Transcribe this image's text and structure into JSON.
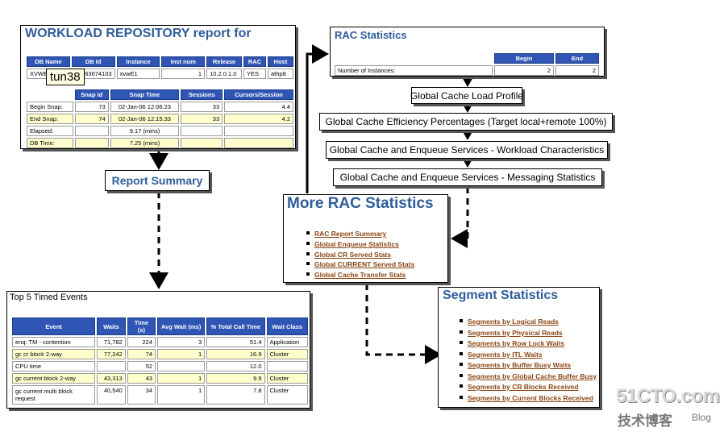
{
  "awr": {
    "title": "WORKLOAD REPOSITORY report for",
    "tooltip": "tun38",
    "db_headers": [
      "DB Name",
      "DB Id",
      "Instance",
      "Inst num",
      "Release",
      "RAC",
      "Host"
    ],
    "db_row": [
      "XVWE",
      "363674103",
      "xvwE1",
      "1",
      "10.2.0.1.0",
      "YES",
      "athp8"
    ],
    "snap_headers": [
      "",
      "Snap Id",
      "Snap Time",
      "Sessions",
      "Cursors/Session"
    ],
    "snap_rows": [
      [
        "Begin Snap:",
        "73",
        "02-Jan-06 12:06:23",
        "33",
        "4.4"
      ],
      [
        "End Snap:",
        "74",
        "02-Jan-06 12:15:33",
        "33",
        "4.2"
      ],
      [
        "Elapsed:",
        "",
        "9.17 (mins)",
        "",
        ""
      ],
      [
        "DB Time:",
        "",
        "7.25 (mins)",
        "",
        ""
      ]
    ]
  },
  "report_summary": "Report Summary",
  "top5": {
    "title": "Top 5 Timed Events",
    "headers": [
      "Event",
      "Waits",
      "Time (s)",
      "Avg Wait (ms)",
      "% Total Call Time",
      "Wait Class"
    ],
    "rows": [
      [
        "enq: TM - contention",
        "71,782",
        "224",
        "3",
        "51.4",
        "Application"
      ],
      [
        "gc cr block 2-way",
        "77,242",
        "74",
        "1",
        "16.9",
        "Cluster"
      ],
      [
        "CPU time",
        "",
        "52",
        "",
        "12.0",
        ""
      ],
      [
        "gc current block 2-way",
        "43,313",
        "43",
        "1",
        "9.9",
        "Cluster"
      ],
      [
        "gc current multi block request",
        "40,540",
        "34",
        "1",
        "7.8",
        "Cluster"
      ]
    ]
  },
  "rac": {
    "title": "RAC Statistics",
    "headers": [
      "",
      "Begin",
      "End"
    ],
    "row": [
      "Number of Instances:",
      "2",
      "2"
    ]
  },
  "flow": [
    "Global Cache Load Profile",
    "Global Cache Efficiency Percentages (Target local+remote 100%)",
    "Global Cache and Enqueue Services - Workload Characteristics",
    "Global Cache and Enqueue Services - Messaging Statistics"
  ],
  "more_rac": {
    "title": "More RAC Statistics",
    "links": [
      "RAC Report Summary",
      "Global Enqueue Statistics",
      "Global CR Served Stats",
      "Global CURRENT Served Stats",
      "Global Cache Transfer Stats"
    ]
  },
  "segment": {
    "title": "Segment Statistics",
    "links": [
      "Segments by Logical Reads",
      "Segments by Physical Reads",
      "Segments by Row Lock Waits",
      "Segments by ITL Waits",
      "Segments by Buffer Busy Waits",
      "Segments by Global Cache Buffer Busy",
      "Segments by CR Blocks Received",
      "Segments by Current Blocks Received"
    ]
  },
  "watermark": {
    "main": "51CTO.com",
    "sub": "技术博客",
    "blog": "Blog"
  },
  "colors": {
    "heading": "#2f5d9a",
    "table_header": "#2f56b4",
    "alt_row": "#ffffcc",
    "link": "#8b4513"
  }
}
